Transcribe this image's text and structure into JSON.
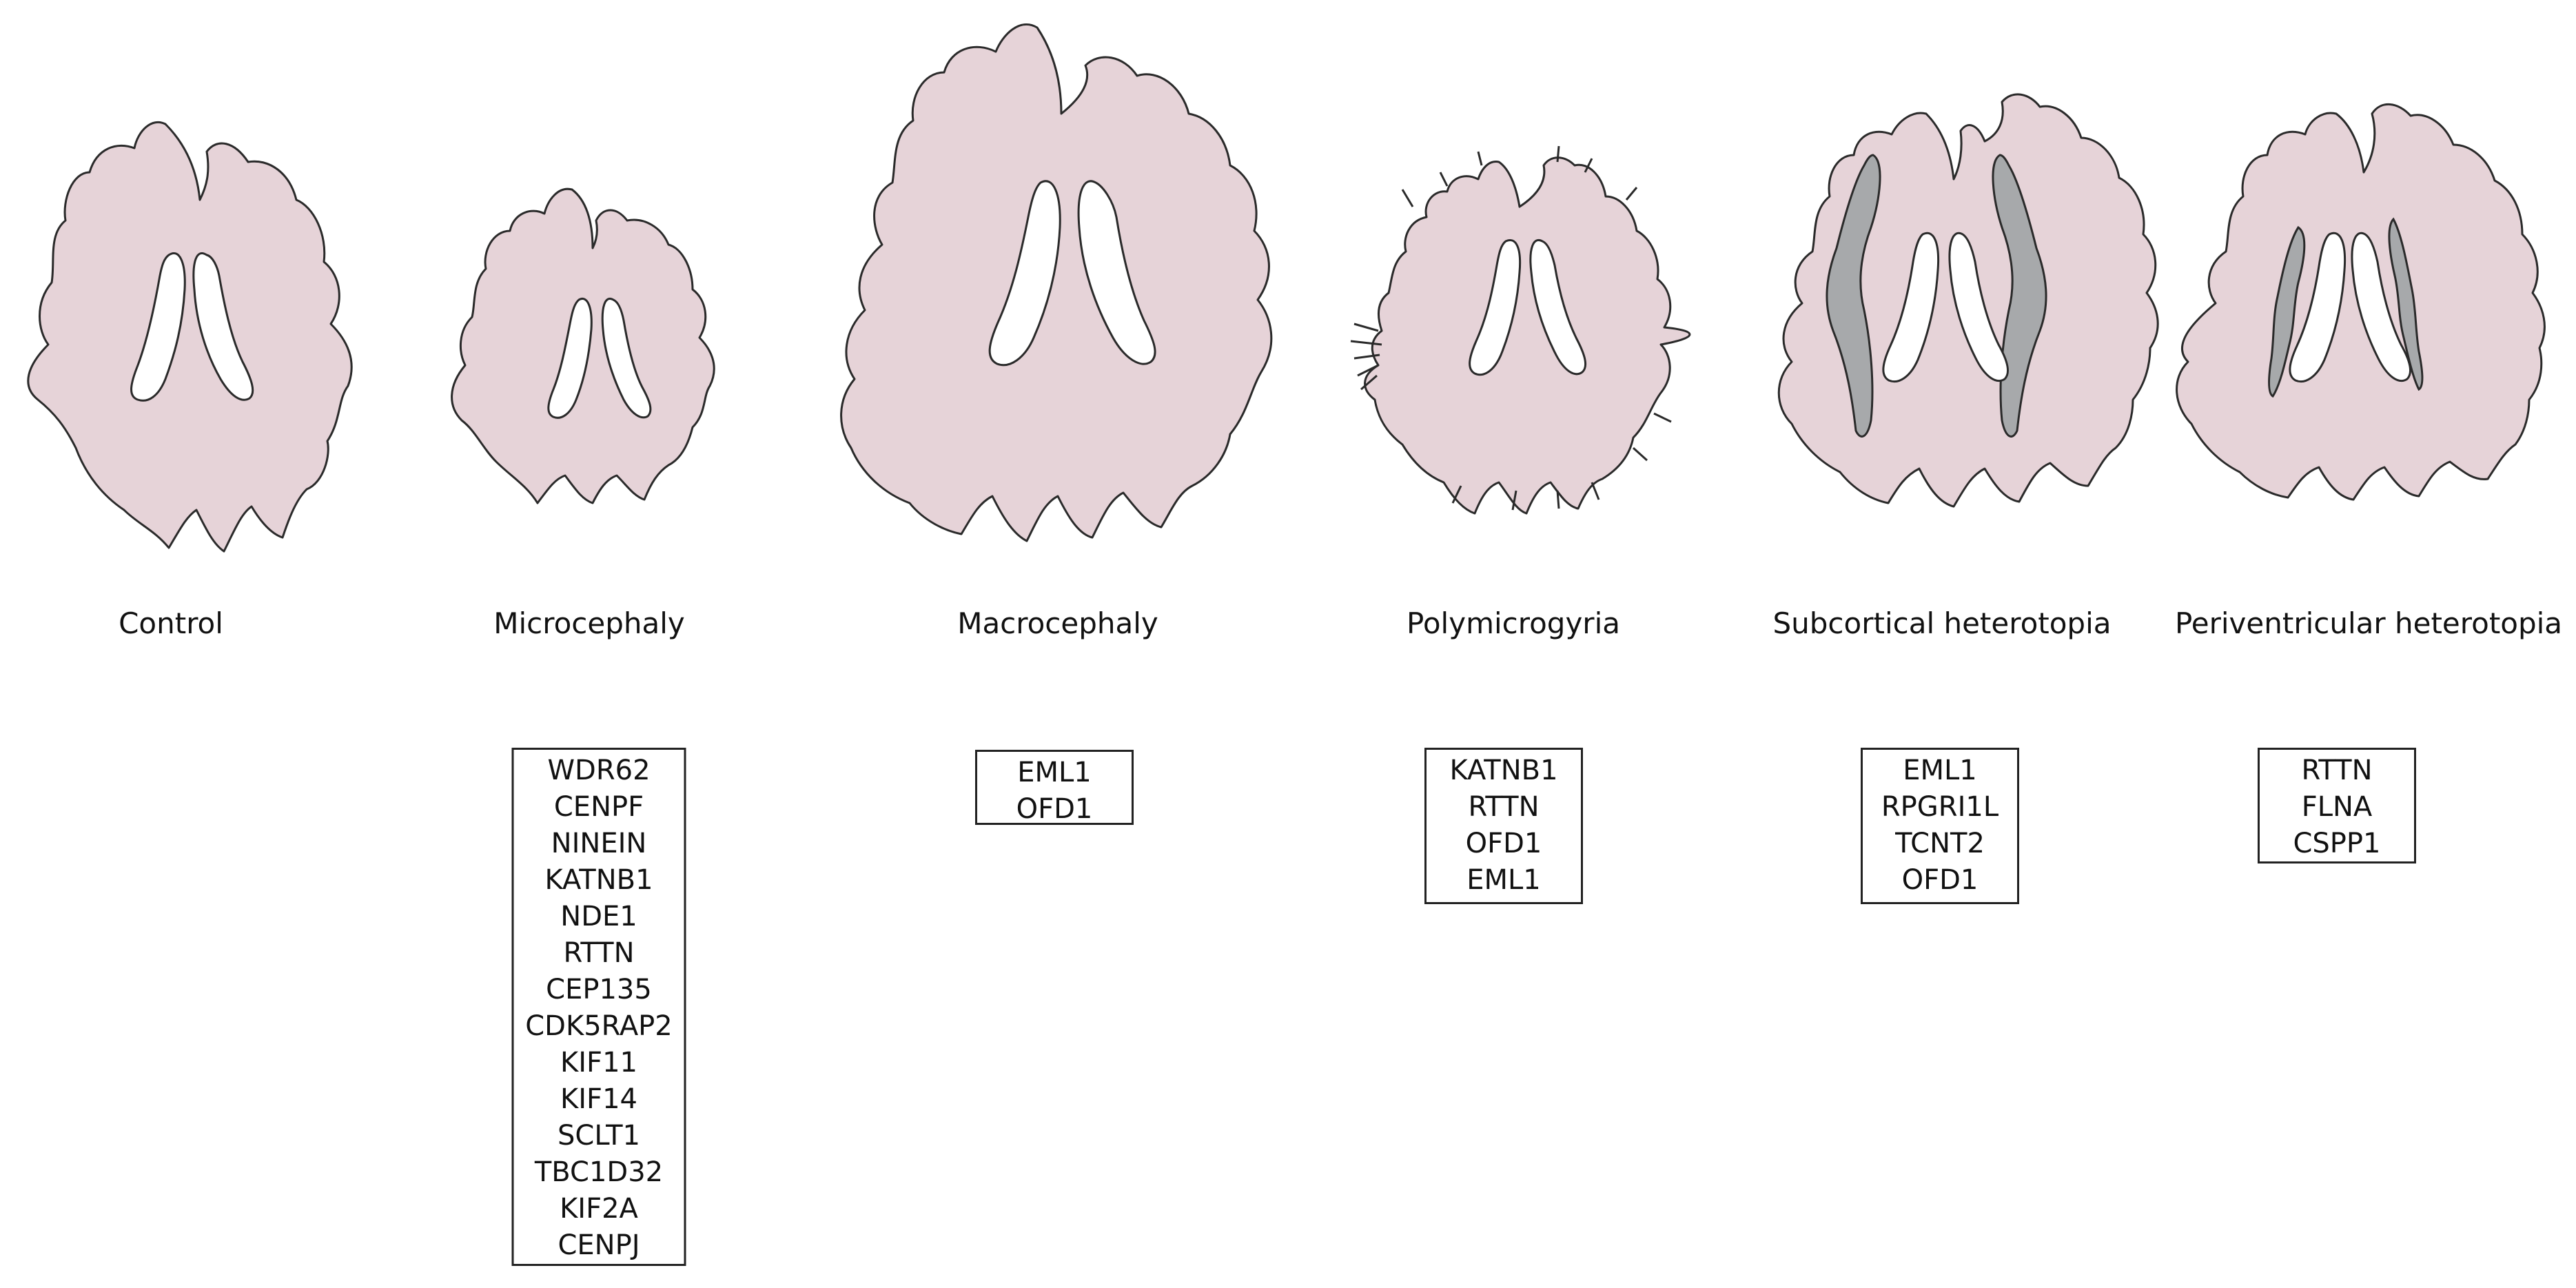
{
  "colors": {
    "tissue": "#e6d3d8",
    "outline": "#2a2a2a",
    "ventricle": "#ffffff",
    "heterotopia": "#a7a9ab"
  },
  "panels": [
    {
      "title": "Control",
      "genes": []
    },
    {
      "title": "Microcephaly",
      "genes": [
        "WDR62",
        "CENPF",
        "NINEIN",
        "KATNB1",
        "NDE1",
        "RTTN",
        "CEP135",
        "CDK5RAP2",
        "KIF11",
        "KIF14",
        "SCLT1",
        "TBC1D32",
        "KIF2A",
        "CENPJ"
      ]
    },
    {
      "title": "Macrocephaly",
      "genes": [
        "EML1",
        "OFD1"
      ]
    },
    {
      "title": "Polymicrogyria",
      "genes": [
        "KATNB1",
        "RTTN",
        "OFD1",
        "EML1"
      ]
    },
    {
      "title": "Subcortical heterotopia",
      "genes": [
        "EML1",
        "RPGRI1L",
        "TCNT2",
        "OFD1"
      ]
    },
    {
      "title": "Periventricular heterotopia",
      "genes": [
        "RTTN",
        "FLNA",
        "CSPP1"
      ]
    }
  ]
}
